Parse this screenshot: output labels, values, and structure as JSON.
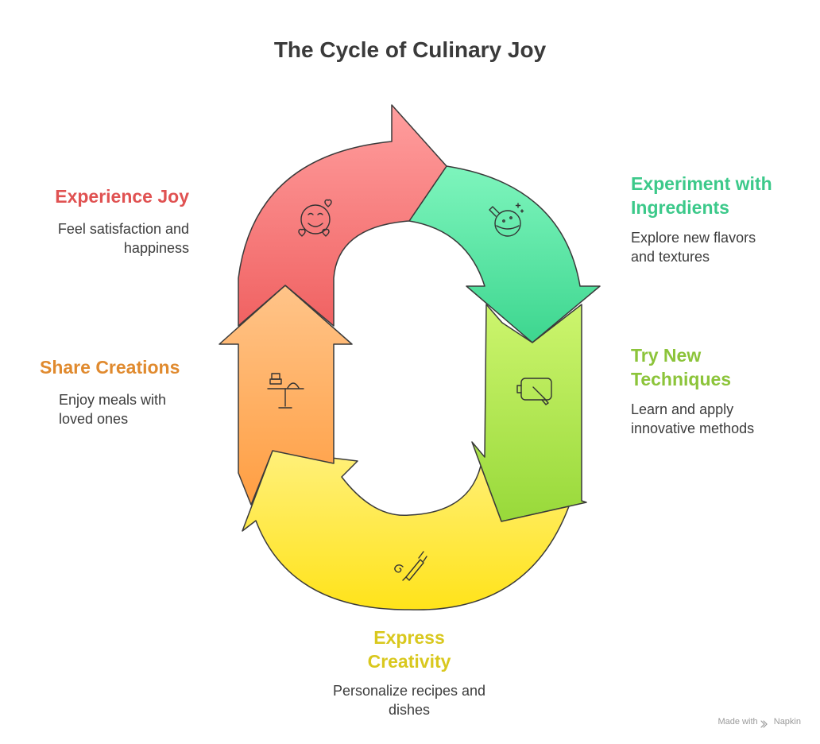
{
  "title": "The Cycle of Culinary Joy",
  "stages": [
    {
      "id": "experiment",
      "title": "Experiment with Ingredients",
      "description": "Explore new flavors and textures",
      "color": "#3cc98a",
      "icon": "flask-icon"
    },
    {
      "id": "techniques",
      "title": "Try New Techniques",
      "description": "Learn and apply innovative methods",
      "color": "#8cc43a",
      "icon": "cutting-board-knife-icon"
    },
    {
      "id": "creativity",
      "title": "Express Creativity",
      "description": "Personalize recipes and dishes",
      "color": "#d9c81e",
      "icon": "piping-bag-icon"
    },
    {
      "id": "share",
      "title": "Share Creations",
      "description": "Enjoy meals with loved ones",
      "color": "#e08a2e",
      "icon": "cake-stand-icon"
    },
    {
      "id": "joy",
      "title": "Experience Joy",
      "description": "Feel satisfaction and happiness",
      "color": "#e05252",
      "icon": "happy-face-hearts-icon"
    }
  ],
  "footer": {
    "made_with": "Made with",
    "brand": "Napkin"
  }
}
